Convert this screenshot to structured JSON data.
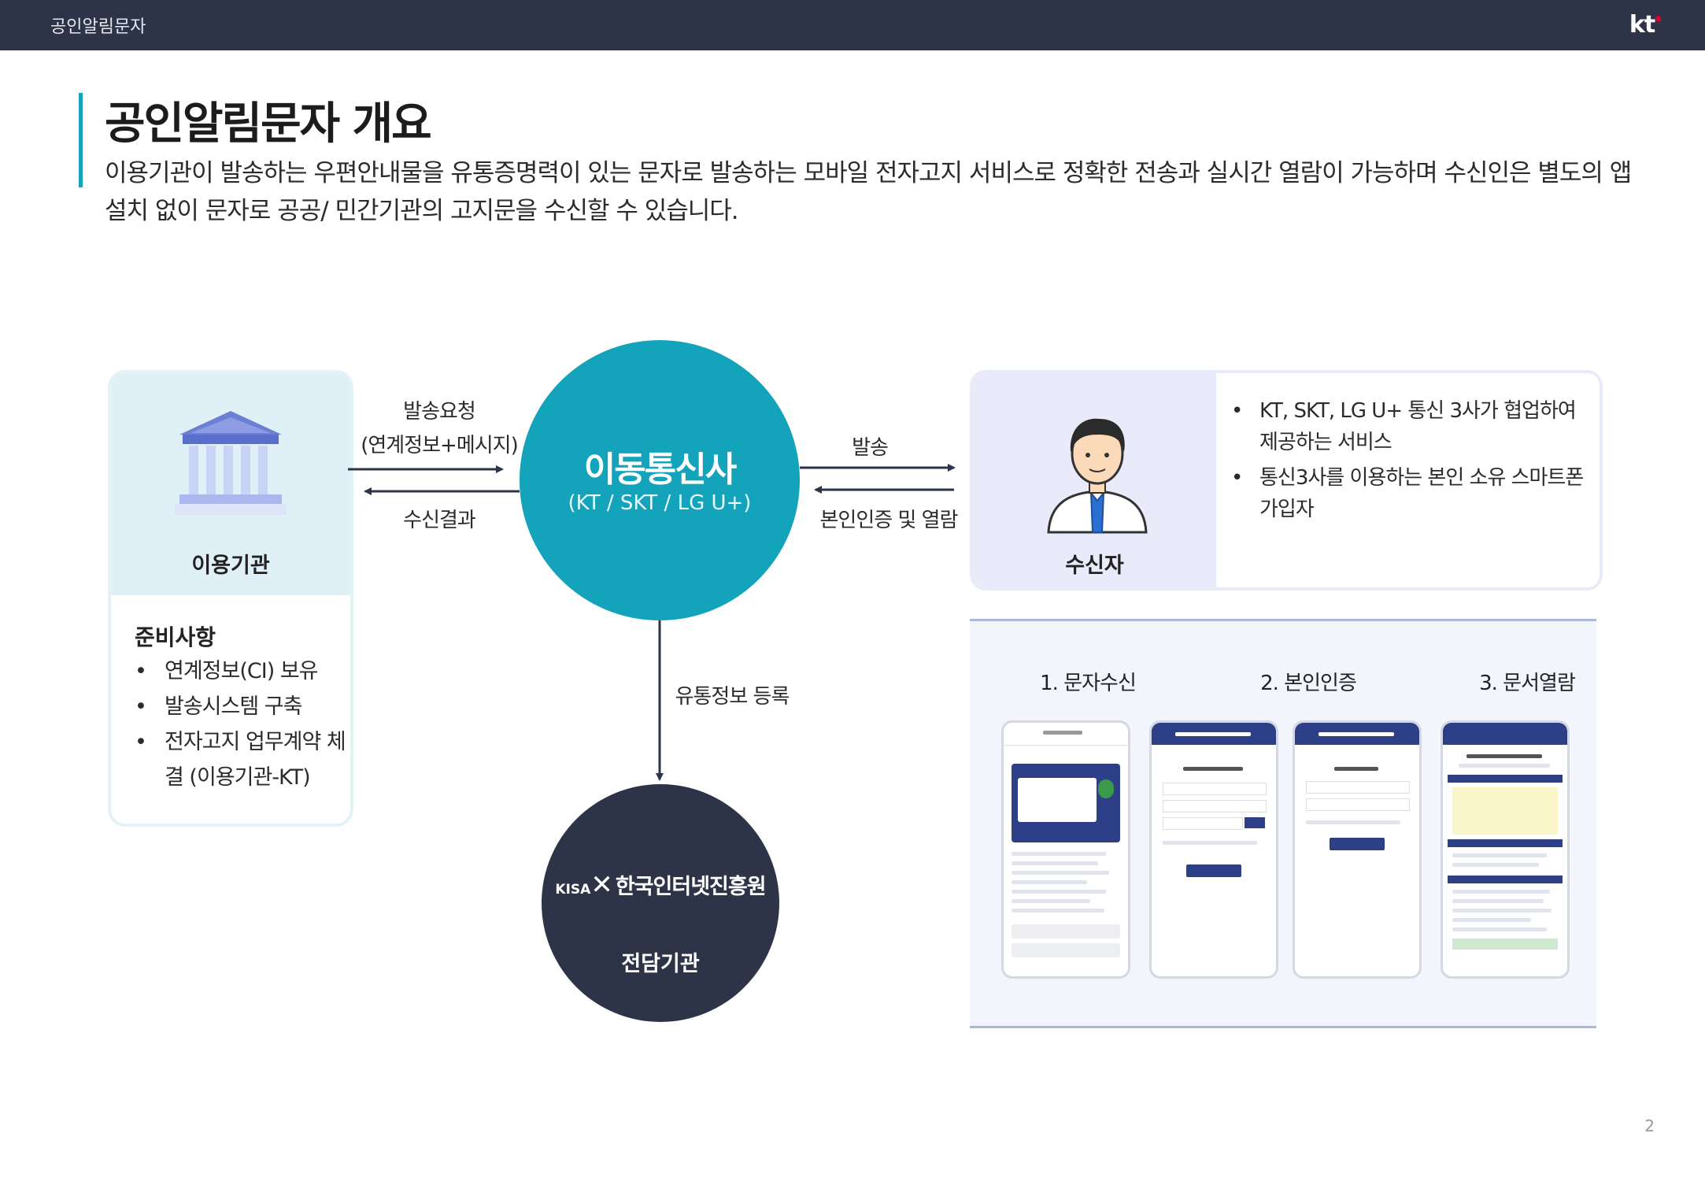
{
  "header": {
    "breadcrumb": "공인알림문자",
    "logo_text": "kt"
  },
  "title": "공인알림문자 개요",
  "intro": "이용기관이 발송하는 우편안내물을 유통증명력이 있는 문자로 발송하는 모바일 전자고지 서비스로 정확한 전송과 실시간 열람이 가능하며 수신인은 별도의 앱 설치 없이 문자로 공공/ 민간기관의 고지문을 수신할 수 있습니다.",
  "org": {
    "label": "이용기관",
    "icon": "government-building-icon",
    "prep_title": "준비사항",
    "items": [
      "연계정보(CI) 보유",
      "발송시스템 구축",
      "전자고지 업무계약 체결 (이용기관-KT)"
    ]
  },
  "arrows": {
    "request_line1": "발송요청",
    "request_line2": "(연계정보+메시지)",
    "result": "수신결과",
    "send": "발송",
    "verify": "본인인증 및 열람",
    "register": "유통정보 등록"
  },
  "telecom": {
    "title": "이동통신사",
    "subtitle": "(KT / SKT / LG U+)"
  },
  "agency": {
    "logo_prefix": "KISA",
    "logo_name": "한국인터넷진흥원",
    "role": "전담기관"
  },
  "recipient": {
    "label": "수신자",
    "icon": "person-avatar-icon",
    "items": [
      "KT, SKT, LG U+ 통신 3사가 협업하여 제공하는 서비스",
      "통신3사를 이용하는 본인 소유 스마트폰 가입자"
    ]
  },
  "steps": [
    {
      "title": "1. 문자수신"
    },
    {
      "title": "2. 본인인증"
    },
    {
      "title": "3. 문서열람"
    }
  ],
  "colors": {
    "navy": "#2d3448",
    "teal": "#13a3bb",
    "accent": "#16a2bb",
    "light_blue": "#dff0f6",
    "lavender": "#e9ebfa"
  },
  "page_number": "2"
}
